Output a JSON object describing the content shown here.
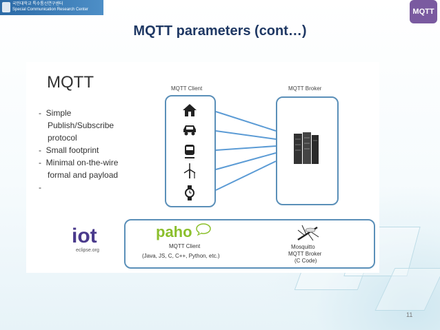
{
  "header": {
    "banner_line1": "국민대학교 특수통신연구센터",
    "banner_line2": "Special Communication Research Center",
    "logo_text": "MQTT"
  },
  "slide": {
    "title": "MQTT parameters (cont…)",
    "page_number": "11"
  },
  "diagram": {
    "heading": "MQTT",
    "bullets": [
      {
        "marker": "-",
        "lines": [
          "Simple",
          "Publish/Subscribe",
          "protocol"
        ]
      },
      {
        "marker": "-",
        "lines": [
          "Small footprint"
        ]
      },
      {
        "marker": "-",
        "lines": [
          "Minimal on-the-wire",
          "formal and payload"
        ]
      },
      {
        "marker": "-",
        "lines": []
      }
    ],
    "client_label": "MQTT Client",
    "broker_label": "MQTT Broker",
    "devices": [
      "house-icon",
      "car-icon",
      "train-icon",
      "wind-turbine-icon",
      "watch-icon"
    ],
    "paho": {
      "logo_text": "paho",
      "line1": "MQTT Client",
      "line2": "(Java, JS, C, C++, Python, etc.)"
    },
    "mosquitto": {
      "line1": "Mosquitto",
      "line2": "MQTT Broker",
      "line3": "(C Code)"
    },
    "iot_logo": {
      "main": "iot",
      "sub": "eclipse.org"
    }
  },
  "colors": {
    "title": "#1f3864",
    "box_border": "#5a8fb8",
    "connector": "#5b9bd5"
  }
}
